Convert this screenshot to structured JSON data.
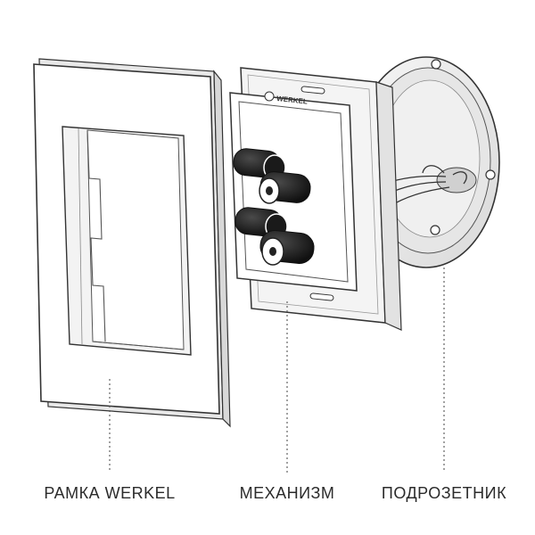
{
  "labels": {
    "frame": "РАМКА WERKEL",
    "mechanism": "МЕХАНИЗМ",
    "box": "ПОДРОЗЕТНИК"
  },
  "mechanism": {
    "brand": "WERKEL"
  },
  "colors": {
    "line": "#333333",
    "part_fill": "#ffffff",
    "shadow": "#dcdcdc",
    "box_fill": "#ececec",
    "terminal": "#1c1c1c",
    "label_text": "#2b2b2b"
  }
}
